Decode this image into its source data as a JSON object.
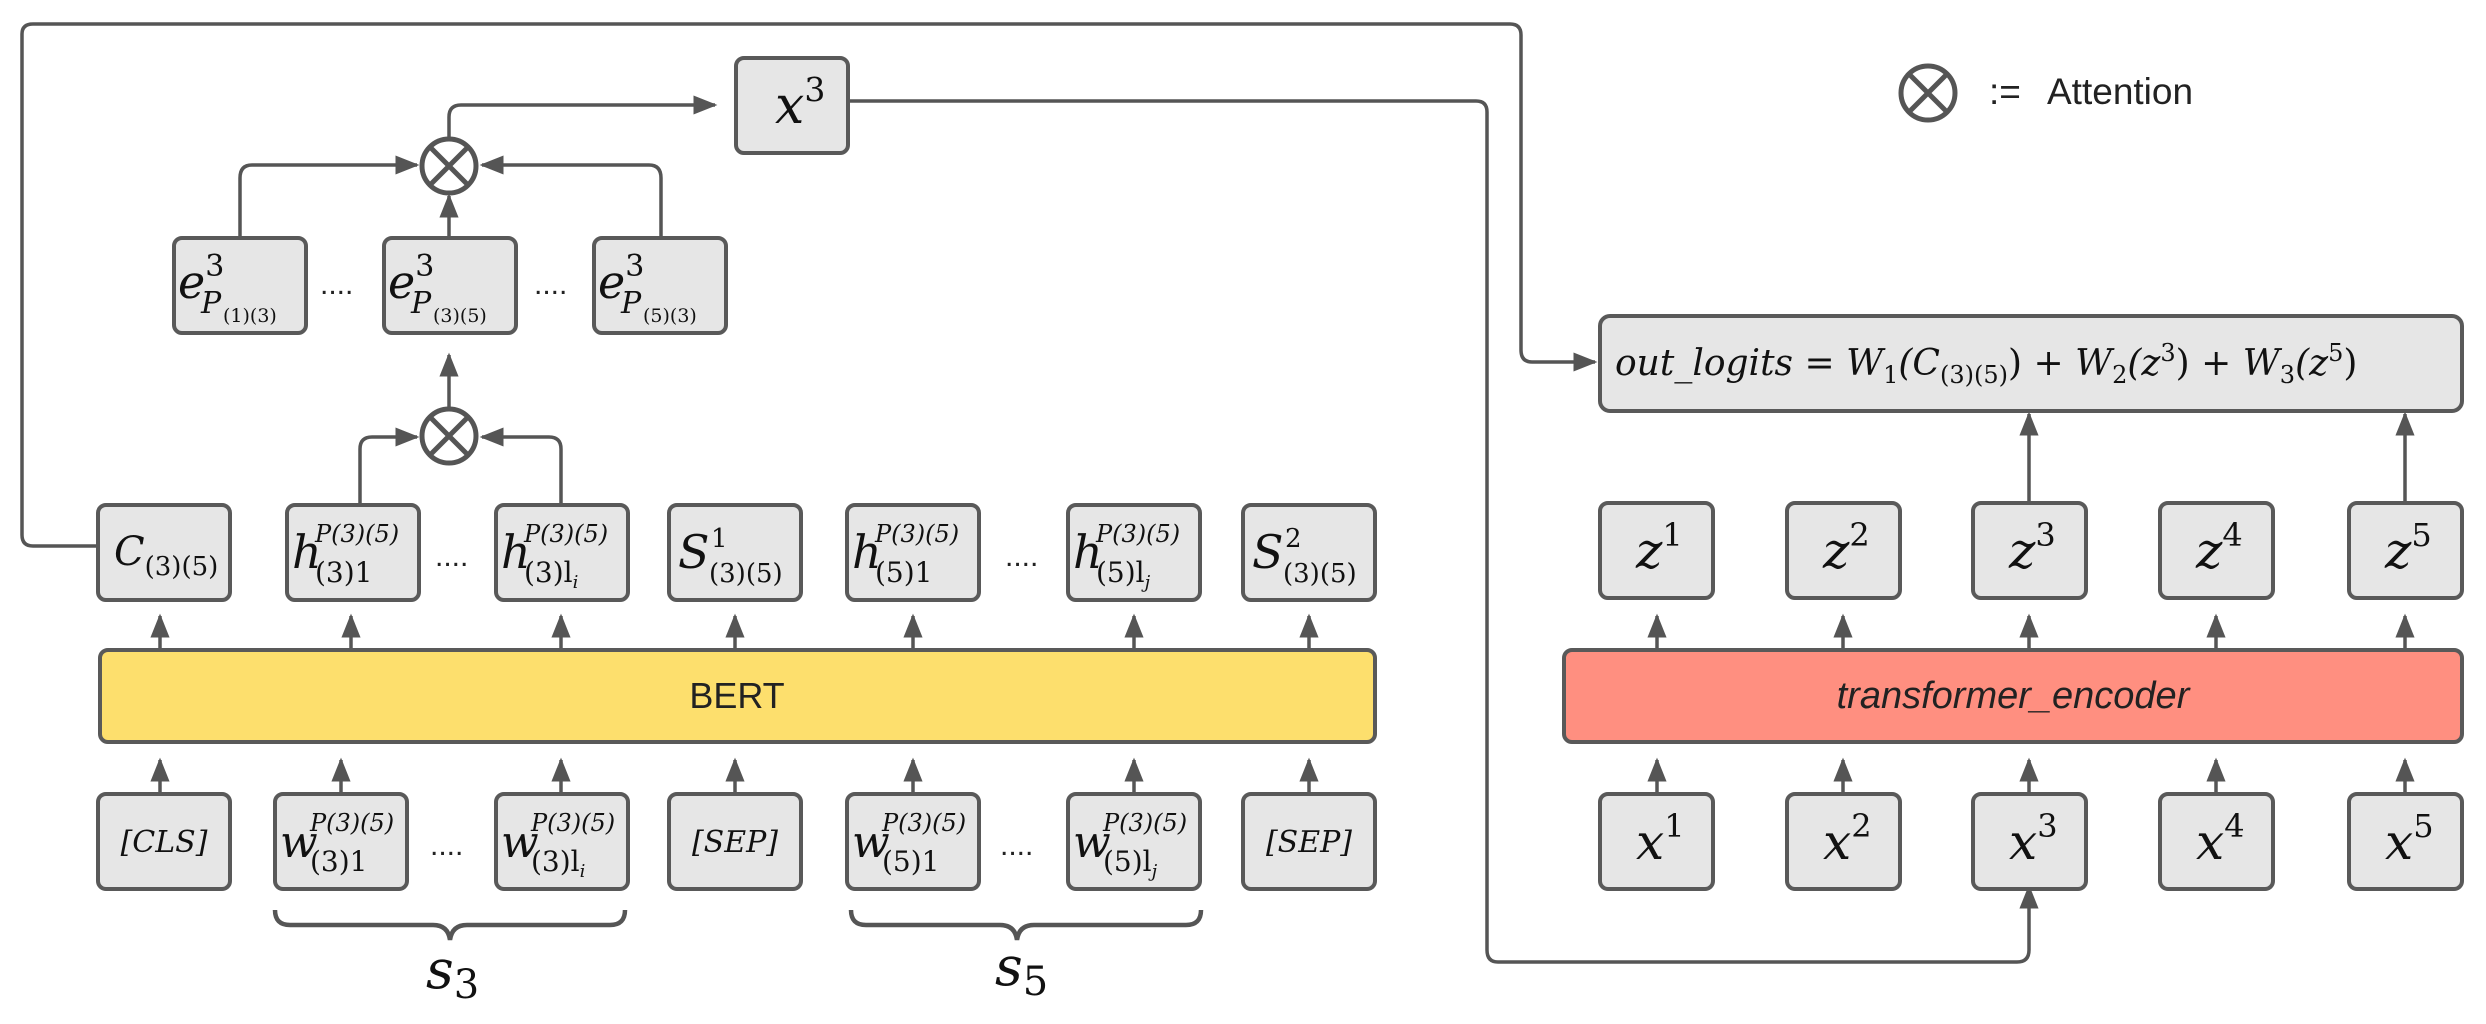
{
  "legend": {
    "symbol": "⊗",
    "assign": ":=",
    "text": "Attention"
  },
  "bert": {
    "label": "BERT"
  },
  "encoder": {
    "label": "transformer_encoder"
  },
  "ellipsis": "....",
  "inputs": {
    "cls": "[CLS]",
    "sep1": "[SEP]",
    "sep2": "[SEP]",
    "w_base": "w",
    "w_sup": "P(3)(5)",
    "w31_sub": "(3)1",
    "w3l_sub": "(3)l",
    "w3l_subsub": "i",
    "w51_sub": "(5)1",
    "w5l_sub": "(5)l",
    "w5l_subsub": "j"
  },
  "braces": {
    "s3_base": "s",
    "s3_sub": "3",
    "s5_base": "s",
    "s5_sub": "5"
  },
  "outputs": {
    "c_base": "C",
    "c_sub": "(3)(5)",
    "h_base": "h",
    "h_sup": "P(3)(5)",
    "h31_sub": "(3)1",
    "h3l_sub": "(3)l",
    "h3l_subsub": "i",
    "h51_sub": "(5)1",
    "h5l_sub": "(5)l",
    "h5l_subsub": "j",
    "s_base": "S",
    "s1_sup": "1",
    "s2_sup": "2",
    "s_sub": "(3)(5)"
  },
  "entities": {
    "e_base": "e",
    "e_sup": "3",
    "e_sub_base": "P",
    "e1_subsub": "(1)(3)",
    "e2_subsub": "(3)(5)",
    "e3_subsub": "(5)(3)"
  },
  "x3_top": {
    "base": "x",
    "sup": "3"
  },
  "logits": {
    "name": "out_logits",
    "eq": " = ",
    "w1": "W",
    "w1_sub": "1",
    "c_open": "(C",
    "c_sub": "(3)(5)",
    "c_close": ") + ",
    "w2": "W",
    "w2_sub": "2",
    "z3_open": "(z",
    "z3_sup": "3",
    "z3_close": ") + ",
    "w3": "W",
    "w3_sub": "3",
    "z5_open": "(z",
    "z5_sup": "5",
    "z5_close": ")"
  },
  "z_row": [
    {
      "base": "z",
      "sup": "1"
    },
    {
      "base": "z",
      "sup": "2"
    },
    {
      "base": "z",
      "sup": "3"
    },
    {
      "base": "z",
      "sup": "4"
    },
    {
      "base": "z",
      "sup": "5"
    }
  ],
  "x_row": [
    {
      "base": "x",
      "sup": "1"
    },
    {
      "base": "x",
      "sup": "2"
    },
    {
      "base": "x",
      "sup": "3"
    },
    {
      "base": "x",
      "sup": "4"
    },
    {
      "base": "x",
      "sup": "5"
    }
  ],
  "colors": {
    "bert_fill": "#fddf6d",
    "encoder_fill": "#ff8f80",
    "box_fill": "#e6e6e6",
    "stroke": "#595959"
  }
}
